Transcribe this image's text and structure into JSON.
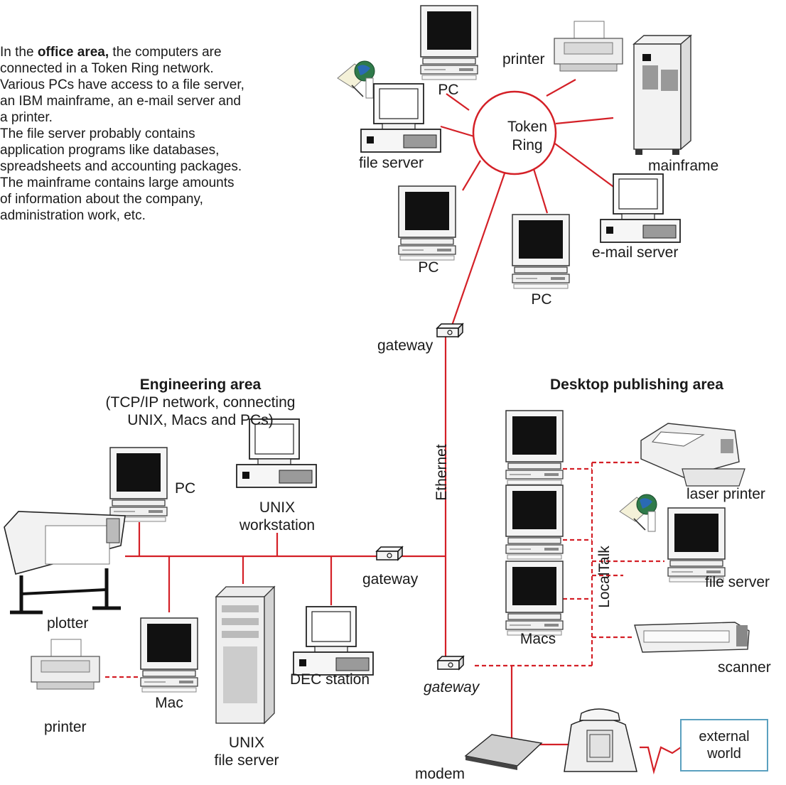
{
  "intro": {
    "line1_pre": "In the ",
    "line1_bold": "office area,",
    "line1_post": " the computers are",
    "lines": [
      "connected in a Token Ring network.",
      "Various PCs have access to a file server,",
      "an IBM mainframe, an e-mail server and",
      "a printer.",
      "The file server probably contains",
      "application programs like databases,",
      "spreadsheets and accounting packages.",
      "The mainframe contains large amounts",
      "of information about the company,",
      "administration work, etc."
    ]
  },
  "office": {
    "ring_line1": "Token",
    "ring_line2": "Ring",
    "pc_top": "PC",
    "printer": "printer",
    "mainframe": "mainframe",
    "file_server": "file server",
    "pc_left": "PC",
    "pc_right": "PC",
    "email_server": "e-mail server"
  },
  "gateways": {
    "top": "gateway",
    "middle": "gateway",
    "bottom": "gateway"
  },
  "backbone": {
    "ethernet": "Ethernet"
  },
  "engineering": {
    "title": "Engineering area",
    "sub1": "(TCP/IP network, connecting",
    "sub2": "UNIX, Macs and PCs)",
    "pc": "PC",
    "unix_ws_1": "UNIX",
    "unix_ws_2": "workstation",
    "plotter": "plotter",
    "printer": "printer",
    "mac": "Mac",
    "unix_fs_1": "UNIX",
    "unix_fs_2": "file server",
    "dec": "DEC station"
  },
  "dtp": {
    "title": "Desktop publishing area",
    "laser_printer": "laser printer",
    "file_server": "file server",
    "macs": "Macs",
    "localtalk": "LocalTalk",
    "scanner": "scanner"
  },
  "external": {
    "modem": "modem",
    "world_1": "external",
    "world_2": "world"
  },
  "colors": {
    "network_line": "#d42027",
    "device_dark": "#111111",
    "device_body": "#f3f3f3",
    "box_border": "#5aa0bf"
  }
}
